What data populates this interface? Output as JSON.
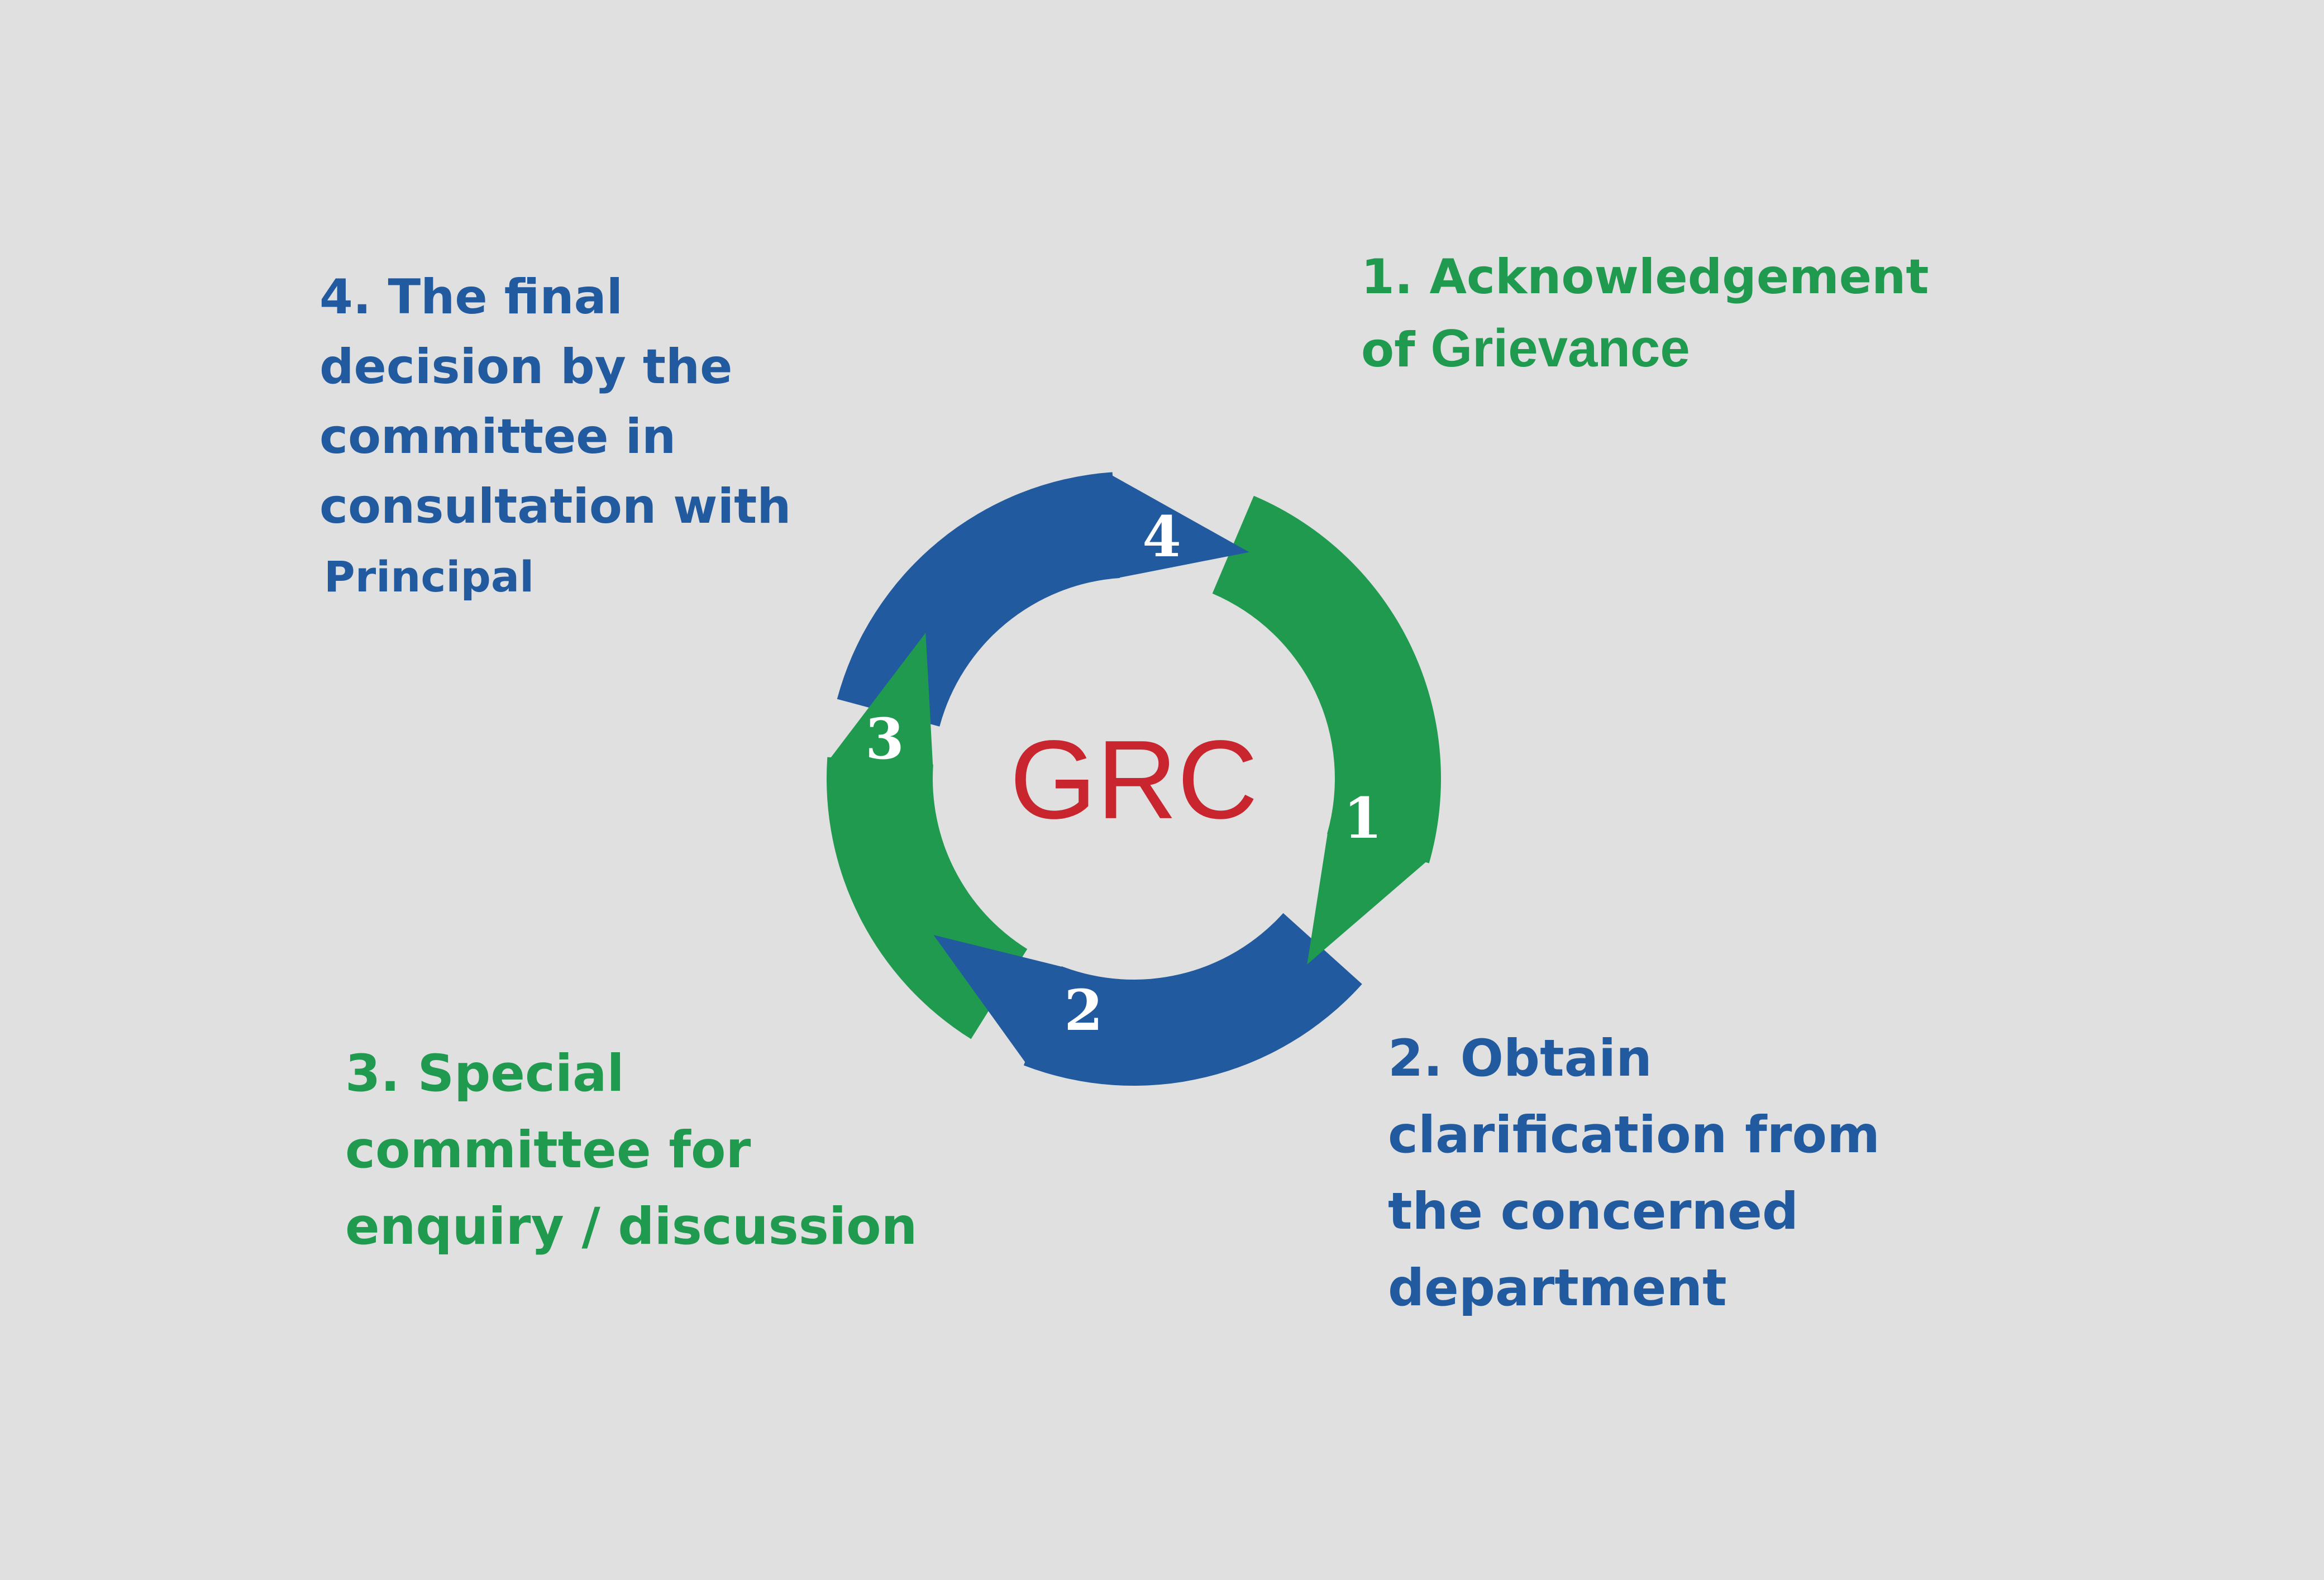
{
  "diagram": {
    "center_label": "GRC",
    "colors": {
      "background": "#e0e0e0",
      "blue": "#215a9e",
      "green": "#1f9a4f",
      "center_label": "#c9252f",
      "arrow_number": "#ffffff"
    },
    "arrows": [
      {
        "number": "1",
        "color": "green"
      },
      {
        "number": "2",
        "color": "blue"
      },
      {
        "number": "3",
        "color": "green"
      },
      {
        "number": "4",
        "color": "blue"
      }
    ],
    "steps": {
      "step1": {
        "line1": "1. Acknowledgement",
        "line2_prefix": "of",
        "line2_word": "Grievance"
      },
      "step2": {
        "lines": [
          "2. Obtain",
          "clarification from",
          "the concerned",
          "department"
        ]
      },
      "step3": {
        "lines": [
          "3. Special",
          "committee for",
          "enquiry / discussion"
        ]
      },
      "step4": {
        "lines": [
          "4. The final",
          "decision by the",
          "committee in",
          "consultation with",
          "Principal"
        ]
      }
    }
  }
}
